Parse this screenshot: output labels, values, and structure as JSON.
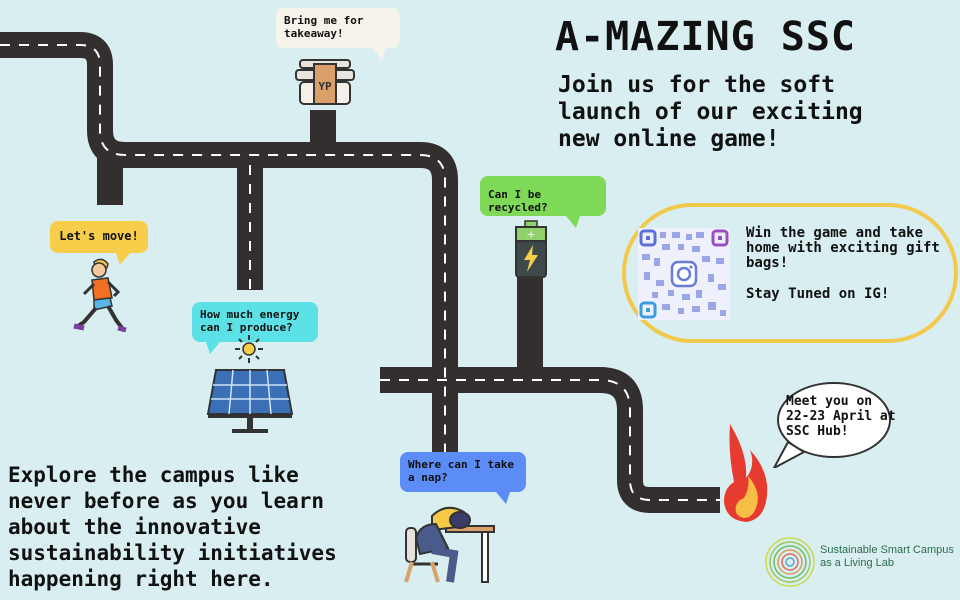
{
  "title": "A-MAZING SSC",
  "subtitle": "Join us for the soft launch of our exciting new online game!",
  "explore_text": "Explore the campus like never before as you learn about the innovative sustainability initiatives happening right here.",
  "bubbles": {
    "takeaway": "Bring me for takeaway!",
    "move": "Let's move!",
    "energy": "How much energy can I produce?",
    "recycle": "Can I be recycled?",
    "nap": "Where can I take a nap?"
  },
  "qr_panel": {
    "line1": "Win the game and take home with exciting gift bags!",
    "line2": "Stay Tuned on IG!"
  },
  "event_bubble": "Meet you on 22-23 April at SSC Hub!",
  "logo": {
    "line1": "Sustainable Smart Campus",
    "line2": "as a Living Lab"
  },
  "container_label": "YP",
  "colors": {
    "background": "#d9eef0",
    "road": "#332f2e",
    "yellow": "#f7cd4a",
    "green": "#7ed957",
    "cyan": "#5ce1e6",
    "blue": "#5c8df6",
    "qr_border": "#f2c94c"
  }
}
